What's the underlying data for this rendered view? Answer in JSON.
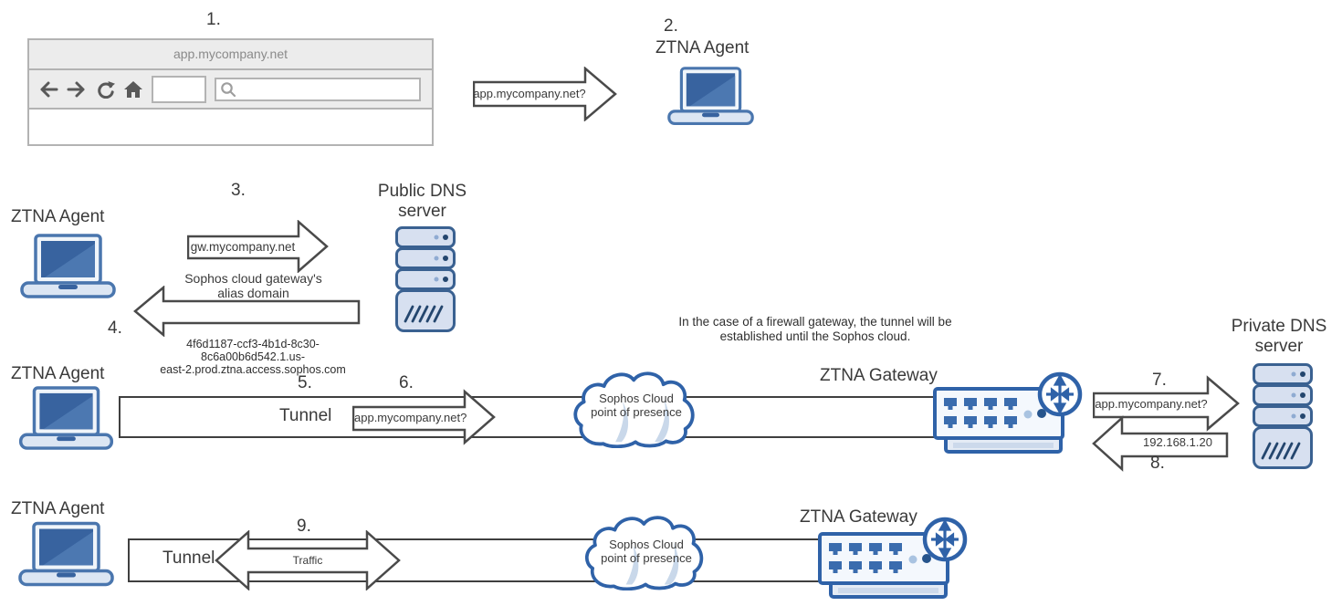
{
  "steps": {
    "n1": "1.",
    "n2": "2.",
    "n3": "3.",
    "n4": "4.",
    "n5": "5.",
    "n6": "6.",
    "n7": "7.",
    "n8": "8.",
    "n9": "9."
  },
  "browser": {
    "title": "app.mycompany.net",
    "address_value": "",
    "search_value": ""
  },
  "agents": {
    "label": "ZTNA Agent"
  },
  "gateways": {
    "label": "ZTNA Gateway"
  },
  "servers": {
    "public_line1": "Public DNS",
    "public_line2": "server",
    "private_line1": "Private DNS",
    "private_line2": "server"
  },
  "cloud": {
    "line1": "Sophos Cloud",
    "line2": "point of presence"
  },
  "tunnel": {
    "label": "Tunnel"
  },
  "messages": {
    "app_query": "app.mycompany.net?",
    "gw_query": "gw.mycompany.net",
    "alias_caption_line1": "Sophos cloud gateway's",
    "alias_caption_line2": "alias domain",
    "alias_domain_line1": "4f6d1187-ccf3-4b1d-8c30-8c6a00b6d542.1.us-",
    "alias_domain_line2": "east-2.prod.ztna.access.sophos.com",
    "dns_reply": "192.168.1.20",
    "traffic": "Traffic"
  },
  "note": {
    "line1": "In the case of a firewall gateway, the tunnel will be",
    "line2": "established until the Sophos cloud."
  },
  "colors": {
    "diagram_blue": "#2f62a8",
    "laptop_blue": "#4a76ae",
    "server_blue": "#3a6191",
    "arrow_stroke": "#4a4a4a",
    "tunnel_stroke": "#3f3f3f",
    "browser_chrome": "#ececec",
    "browser_border": "#b3b3b3"
  }
}
